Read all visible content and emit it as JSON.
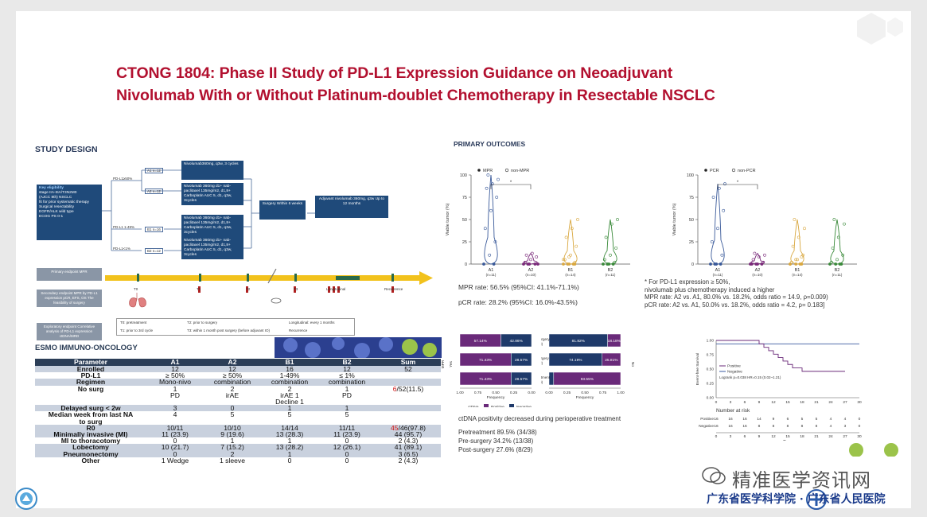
{
  "title_line1": "CTONG 1804: Phase II Study of PD-L1 Expression Guidance on Neoadjuvant",
  "title_line2": "Nivolumab With or Without Platinum-doublet Chemotherapy in Resectable NSCLC",
  "study_design": {
    "heading": "STUDY DESIGN",
    "eligibility_title": "Key eligibility",
    "eligibility_lines": [
      "stage IIA-IIIA/T3N2M0",
      "(AJCC 8th) NSCLC",
      "fit for prior systematic therapy",
      "Surgical resectability",
      "EGFR/ALK wild type",
      "ECOG PS 0-1"
    ],
    "strata": [
      "PD-L1≥50%",
      "PD-L1 1-49%",
      "PD-L1<1%"
    ],
    "arms": [
      "A1 n=12",
      "A2 n=12",
      "B1 n=16",
      "B2 n=12"
    ],
    "arm_boxes": [
      "Nivolumab360mg, q3w, 3 cycles",
      "Nivolumab 360mg d1+ nab-paclitaxel 135mg/m2, d1,8+ Carboplatin AUC 5, d1, q3w, 3cycles",
      "Nivolumab 360mg d1+ nab-paclitaxel 135mg/m2, d1,8+ Carboplatin AUC 5, d1, q3w, 3cycles",
      "Nivolumab 360mg d1+ nab-paclitaxel 135mg/m2, d1,8+ Carboplatin AUC 5, d1, q3w, 3cycles"
    ],
    "surgery_box": "Surgery Within 6 weeks",
    "adjuvant_box": "Adjuvant nivolumab 360mg, q3w Up to 12 months",
    "primary_endpoint": "Primary endpoint MPR",
    "secondary_endpoint": "Secondary endpoint MPR by PD-L1 expression pCR, EFS, OS The feasibility of surgery",
    "exploratory_endpoint": "Exploratory endpoint Correlative analysis of PD-L1 expression ctDNA/MRD",
    "timeline_labels": [
      "T0",
      "T1",
      "T2",
      "T3",
      "Longitudinal",
      "Recurrence"
    ],
    "timepoint_notes": [
      "T0: pretreatment",
      "T1: prior to 3rd cycle",
      "T2: prior to surgery",
      "T3: within 1 month post surgery (before adjuvant IO)",
      "Longitudinal: every 1 months",
      "Recurrence"
    ]
  },
  "esmo_label": "ESMO IMMUNO-ONCOLOGY",
  "params_table": {
    "headers": [
      "Parameter",
      "A1",
      "A2",
      "B1",
      "B2",
      "Sum"
    ],
    "rows": [
      [
        "Enrolled",
        "12",
        "12",
        "16",
        "12",
        "52"
      ],
      [
        "PD-L1",
        "≥ 50%",
        "≥ 50%",
        "1-49%",
        "≤ 1%",
        ""
      ],
      [
        "Regimen",
        "Mono-nivo",
        "combination",
        "combination",
        "combination",
        ""
      ],
      [
        "No surg",
        "1",
        "2",
        "2",
        "1",
        "6/52(11.5)"
      ],
      [
        "",
        "PD",
        "irAE",
        "irAE 1",
        "PD",
        ""
      ],
      [
        "",
        "",
        "",
        "Decline 1",
        "",
        ""
      ],
      [
        "Delayed surg < 2w",
        "3",
        "0",
        "1",
        "1",
        ""
      ],
      [
        "Median week from last NA",
        "4",
        "5",
        "5",
        "5",
        ""
      ],
      [
        "to surg",
        "",
        "",
        "",
        "",
        ""
      ],
      [
        "R0",
        "10/11",
        "10/10",
        "14/14",
        "11/11",
        "45/46(97.8)"
      ],
      [
        "Minimally invasive (MI)",
        "11 (23.9)",
        "9 (19.6)",
        "13 (28.3)",
        "11 (23.9)",
        "44 (95.7)"
      ],
      [
        "MI to thoracotomy",
        "0",
        "1",
        "1",
        "0",
        "2 (4.3)"
      ],
      [
        "Lobectomy",
        "10 (21.7)",
        "7 (15.2)",
        "13 (28.2)",
        "12 (26.1)",
        "41 (89.1)"
      ],
      [
        "Pneumonectomy",
        "0",
        "2",
        "1",
        "0",
        "3 (6.5)"
      ],
      [
        "Other",
        "1 Wedge",
        "1 sleeve",
        "0",
        "0",
        "2 (4.3)"
      ]
    ],
    "red_prefix": {
      "No surg": "6",
      "R0": "45"
    }
  },
  "primary_outcomes": {
    "heading": "PRIMARY OUTCOMES",
    "mpr_rate": "MPR rate: 56.5% (95%CI: 41.1%-71.1%)",
    "pcr_rate": "pCR rate: 28.2% (95%CI: 16.0%-43.5%)",
    "footnote_lines": [
      "* For PD-L1 expression ≥ 50%,",
      "nivolumab plus chemotherapy induced a higher",
      "MPR rate: A2 vs. A1, 80.0% vs. 18.2%, odds ratio = 14.9, ρ=0.009)",
      "pCR rate: A2 vs. A1, 50.0% vs. 18.2%, odds ratio = 4.2, ρ= 0.183]"
    ],
    "ctdna_heading": "ctDNA positivity decreased during perioperative treatment",
    "ctdna_lines": [
      "Pretreatment 89.5% (34/38)",
      "Pre-surgery 34.2%   (13/38)",
      "Post-surgery 27.6%  (8/29)"
    ]
  },
  "chart_data": [
    {
      "type": "scatter",
      "subtype": "violin",
      "legend": [
        "MPR",
        "non-MPR"
      ],
      "ylabel": "Viable tumor (%)",
      "yticks": [
        0,
        25,
        50,
        75,
        100
      ],
      "ylim": [
        0,
        100
      ],
      "categories": [
        "A1",
        "A2",
        "B1",
        "B2"
      ],
      "category_n": [
        "(n=11)",
        "(n=10)",
        "(n=14)",
        "(n=11)"
      ],
      "annotation": "*",
      "colors": [
        "#3a5a9a",
        "#7a2a7a",
        "#d9a840",
        "#3a8a3a"
      ],
      "series": [
        {
          "name": "A1",
          "values": [
            0,
            10,
            25,
            40,
            60,
            75,
            85,
            90,
            95,
            100,
            0
          ]
        },
        {
          "name": "A2",
          "values": [
            0,
            0,
            0,
            2,
            5,
            8,
            10,
            12,
            0,
            0
          ]
        },
        {
          "name": "B1",
          "values": [
            0,
            0,
            2,
            5,
            10,
            20,
            30,
            40,
            50,
            0,
            0,
            5,
            8,
            0
          ]
        },
        {
          "name": "B2",
          "values": [
            0,
            0,
            2,
            5,
            10,
            18,
            30,
            45,
            50,
            0,
            0
          ]
        }
      ]
    },
    {
      "type": "scatter",
      "subtype": "violin",
      "legend": [
        "PCR",
        "non-PCR"
      ],
      "ylabel": "Viable tumor (%)",
      "yticks": [
        0,
        25,
        50,
        75,
        100
      ],
      "ylim": [
        0,
        100
      ],
      "categories": [
        "A1",
        "A2",
        "B1",
        "B2"
      ],
      "category_n": [
        "(n=11)",
        "(n=10)",
        "(n=14)",
        "(n=11)"
      ],
      "annotation": "*",
      "colors": [
        "#3a5a9a",
        "#7a2a7a",
        "#d9a840",
        "#3a8a3a"
      ],
      "series": [
        {
          "name": "A1",
          "values": [
            0,
            0,
            10,
            25,
            40,
            60,
            75,
            85,
            90,
            0,
            0
          ]
        },
        {
          "name": "A2",
          "values": [
            0,
            0,
            0,
            0,
            0,
            2,
            5,
            8,
            10,
            12
          ]
        },
        {
          "name": "B1",
          "values": [
            0,
            0,
            0,
            2,
            5,
            10,
            20,
            30,
            40,
            50,
            0,
            0,
            5,
            8
          ]
        },
        {
          "name": "B2",
          "values": [
            0,
            0,
            0,
            2,
            5,
            10,
            18,
            30,
            45,
            50,
            0
          ]
        }
      ]
    },
    {
      "type": "bar",
      "subtype": "stacked-horizontal",
      "categories": [
        "Post-surgery (T3)",
        "Pre-surgery (T2)",
        "Pretreatment (T0)"
      ],
      "xlabel": "Frequency",
      "xticks": [
        "1.00",
        "0.75",
        "0.50",
        "0.25",
        "0.00"
      ],
      "ylabel": "MPR",
      "group_label": "Yes",
      "series": [
        {
          "name": "Positive",
          "values": [
            57.14,
            71.43,
            71.43
          ],
          "labels": [
            "57.14%",
            "71.43%",
            "71.43%"
          ]
        },
        {
          "name": "Negative",
          "values": [
            42.86,
            28.57,
            28.57
          ],
          "labels": [
            "42.86%",
            "28.57%",
            "28.57%"
          ]
        }
      ],
      "colors": {
        "Positive": "#6a2a7a",
        "Negative": "#1f3a6a"
      },
      "legend_title": "ctDNA"
    },
    {
      "type": "bar",
      "subtype": "stacked-horizontal",
      "categories": [
        "Post-surgery (T3)",
        "Pre-surgery (T2)",
        "Pretreatment (T0)"
      ],
      "xlabel": "Frequency",
      "xticks": [
        "0.00",
        "0.25",
        "0.50",
        "0.75",
        "1.00"
      ],
      "ylabel": "No",
      "series": [
        {
          "name": "Negative",
          "values": [
            81.82,
            74.19,
            6.45
          ],
          "labels": [
            "81.82%",
            "74.19%",
            "6.45%"
          ]
        },
        {
          "name": "Positive",
          "values": [
            18.18,
            25.81,
            93.55
          ],
          "labels": [
            "18.18%",
            "25.81%",
            "93.55%"
          ]
        }
      ],
      "colors": {
        "Positive": "#6a2a7a",
        "Negative": "#1f3a6a"
      }
    },
    {
      "type": "line",
      "subtype": "kaplan-meier",
      "ylabel": "Event-free Survival",
      "yticks": [
        "0.00",
        "0.25",
        "0.50",
        "0.75",
        "1.00"
      ],
      "xticks": [
        0,
        3,
        6,
        9,
        12,
        15,
        18,
        21,
        24,
        27,
        30
      ],
      "xlabel": "Time",
      "legend": [
        "Positive",
        "Negative"
      ],
      "logrank": "Logrank p=0.038 HR=0.15 (0.02~1.21)",
      "colors": {
        "Positive": "#6a2a7a",
        "Negative": "#3a5aa0"
      },
      "series": [
        {
          "name": "Negative",
          "x": [
            0,
            30
          ],
          "y": [
            0.94,
            0.94
          ]
        },
        {
          "name": "Positive",
          "x": [
            0,
            6,
            9,
            10,
            11,
            12,
            13,
            14,
            15,
            16,
            18,
            27
          ],
          "y": [
            1.0,
            1.0,
            0.94,
            0.88,
            0.82,
            0.76,
            0.7,
            0.64,
            0.58,
            0.52,
            0.46,
            0.46
          ]
        }
      ],
      "risk_table": {
        "title": "Number at risk",
        "rows": [
          {
            "name": "Positive",
            "values": [
              16,
              16,
              16,
              14,
              9,
              6,
              5,
              5,
              4,
              4,
              0
            ]
          },
          {
            "name": "Negative",
            "values": [
              16,
              16,
              16,
              8,
              8,
              8,
              8,
              8,
              4,
              3,
              0
            ]
          }
        ],
        "xticks": [
          0,
          3,
          6,
          9,
          12,
          15,
          18,
          21,
          24,
          27,
          30
        ]
      }
    }
  ],
  "watermark": "精准医学资讯网",
  "footer_logo_text": "广东省医学科学院 · 广东省人民医院"
}
